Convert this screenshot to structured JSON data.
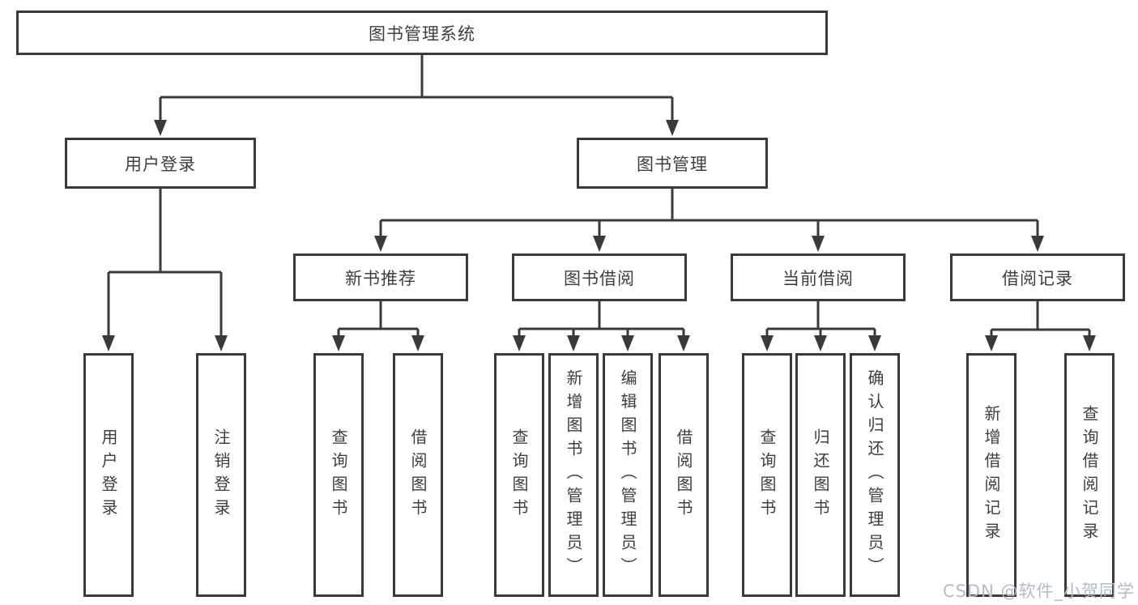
{
  "diagram": {
    "root": {
      "label": "图书管理系统"
    },
    "level2": [
      {
        "label": "用户登录"
      },
      {
        "label": "图书管理"
      }
    ],
    "level3": [
      {
        "label": "新书推荐"
      },
      {
        "label": "图书借阅"
      },
      {
        "label": "当前借阅"
      },
      {
        "label": "借阅记录"
      }
    ],
    "leaves": {
      "user_login": [
        {
          "label": "用户登录"
        },
        {
          "label": "注销登录"
        }
      ],
      "new_books": [
        {
          "label": "查询图书"
        },
        {
          "label": "借阅图书"
        }
      ],
      "book_borrowing": [
        {
          "label": "查询图书"
        },
        {
          "label": "新增图书（管理员）"
        },
        {
          "label": "编辑图书（管理员）"
        },
        {
          "label": "借阅图书"
        }
      ],
      "current_borrowing": [
        {
          "label": "查询图书"
        },
        {
          "label": "归还图书"
        },
        {
          "label": "确认归还（管理员）"
        }
      ],
      "borrowing_records": [
        {
          "label": "新增借阅记录"
        },
        {
          "label": "查询借阅记录"
        }
      ]
    }
  },
  "watermark": {
    "text": "CSDN @软件_小贺同学"
  },
  "colors": {
    "line": "#3a3a3a",
    "text": "#3e3e3e",
    "watermark": "#b5bbc4",
    "background": "#ffffff"
  }
}
